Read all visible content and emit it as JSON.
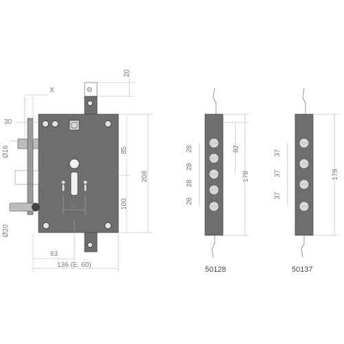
{
  "lock": {
    "dims": {
      "top_offset": "20",
      "x_mark": "X",
      "backset_side": "30",
      "bolt_dia": "Ø16",
      "upper_height": "85",
      "total_height": "208",
      "lower_height": "100",
      "cyl_spacing": "38",
      "latch_dia": "Ø20",
      "center_width": "63",
      "body_width": "136 (E. 60)"
    }
  },
  "strip_a": {
    "code": "50128",
    "pitch_labels": [
      "28",
      "28",
      "28",
      "28"
    ],
    "height_inner": "92",
    "height_outer": "178"
  },
  "strip_b": {
    "code": "50137",
    "pitch_labels": [
      "37",
      "37",
      "37"
    ],
    "height_outer": "178"
  },
  "colors": {
    "body": "#6e6e6e",
    "line": "#8a8a8a",
    "text": "#7a7a7a"
  }
}
